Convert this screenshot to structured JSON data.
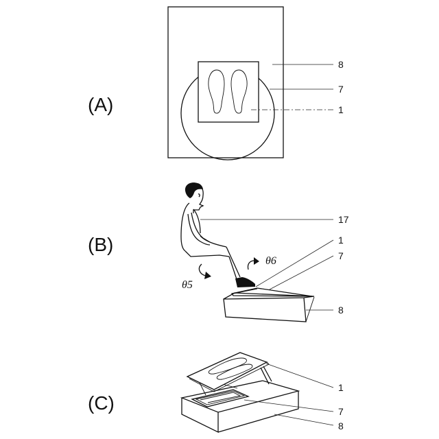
{
  "panels": {
    "a": {
      "label": "(A)",
      "refs": {
        "board": "8",
        "turntable": "7",
        "footplate": "1"
      }
    },
    "b": {
      "label": "(B)",
      "refs": {
        "person": "17",
        "footplate": "1",
        "turntable": "7",
        "board": "8"
      },
      "angles": {
        "theta5": "θ5",
        "theta6": "θ6"
      }
    },
    "c": {
      "label": "(C)",
      "refs": {
        "footplate": "1",
        "turntable": "7",
        "board": "8"
      }
    }
  }
}
